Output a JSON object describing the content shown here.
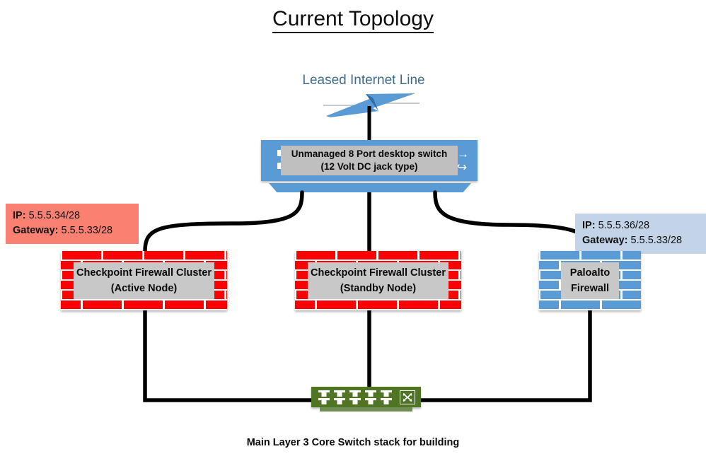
{
  "title": "Current Topology",
  "internet": {
    "label": "Leased Internet Line",
    "icon": "lightning-bolt-icon",
    "color": "#3f6b8e",
    "bolt_color": "#5b9bd5"
  },
  "unmanaged_switch": {
    "line1": "Unmanaged 8 Port desktop switch",
    "line2": "(12 Volt DC jack type)",
    "body_color": "#5b9bd5",
    "label_color": "#bfbfbf",
    "arrow_glyph": "↪",
    "arrow_glyph_top": "→"
  },
  "info_left": {
    "ip_label": "IP:",
    "ip_value": "5.5.5.34/28",
    "gateway_label": "Gateway:",
    "gateway_value": "5.5.5.33/28",
    "background": "#fa8072"
  },
  "info_right": {
    "ip_label": "IP:",
    "ip_value": "5.5.5.36/28",
    "gateway_label": "Gateway:",
    "gateway_value": "5.5.5.33/28",
    "background": "#c3d4e8"
  },
  "firewalls": [
    {
      "id": "checkpoint-active",
      "line1": "Checkpoint Firewall Cluster",
      "line2": "(Active Node)",
      "brick_color": "#ff0000",
      "label_color": "#c8c8c8"
    },
    {
      "id": "checkpoint-standby",
      "line1": "Checkpoint Firewall Cluster",
      "line2": "(Standby Node)",
      "brick_color": "#ff0000",
      "label_color": "#c8c8c8"
    },
    {
      "id": "paloalto",
      "line1": "Paloalto",
      "line2": "Firewall",
      "brick_color": "#5b9bd5",
      "label_color": "#c8c8c8"
    }
  ],
  "core_switch": {
    "caption": "Main Layer 3 Core Switch stack for building",
    "body_color": "#4f7524",
    "port_count": 10,
    "icon": "crossed-arrows-icon"
  },
  "links": {
    "color": "#000000",
    "width": 5
  }
}
